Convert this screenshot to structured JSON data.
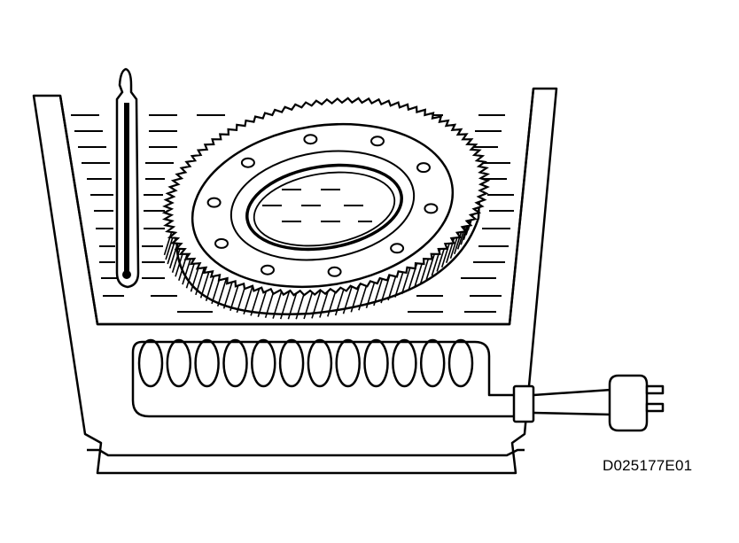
{
  "figure": {
    "code": "D025177E01",
    "colors": {
      "ink": "#000000",
      "paper": "#ffffff"
    },
    "parts": [
      {
        "name": "heating-bath",
        "icon": "tank-icon"
      },
      {
        "name": "thermometer",
        "icon": "thermometer-icon"
      },
      {
        "name": "ring-gear",
        "icon": "gear-icon",
        "bolt_holes": 10
      },
      {
        "name": "heating-coil",
        "icon": "coil-icon",
        "turns": 12
      },
      {
        "name": "power-plug",
        "icon": "plug-icon",
        "prongs": 2
      }
    ]
  }
}
